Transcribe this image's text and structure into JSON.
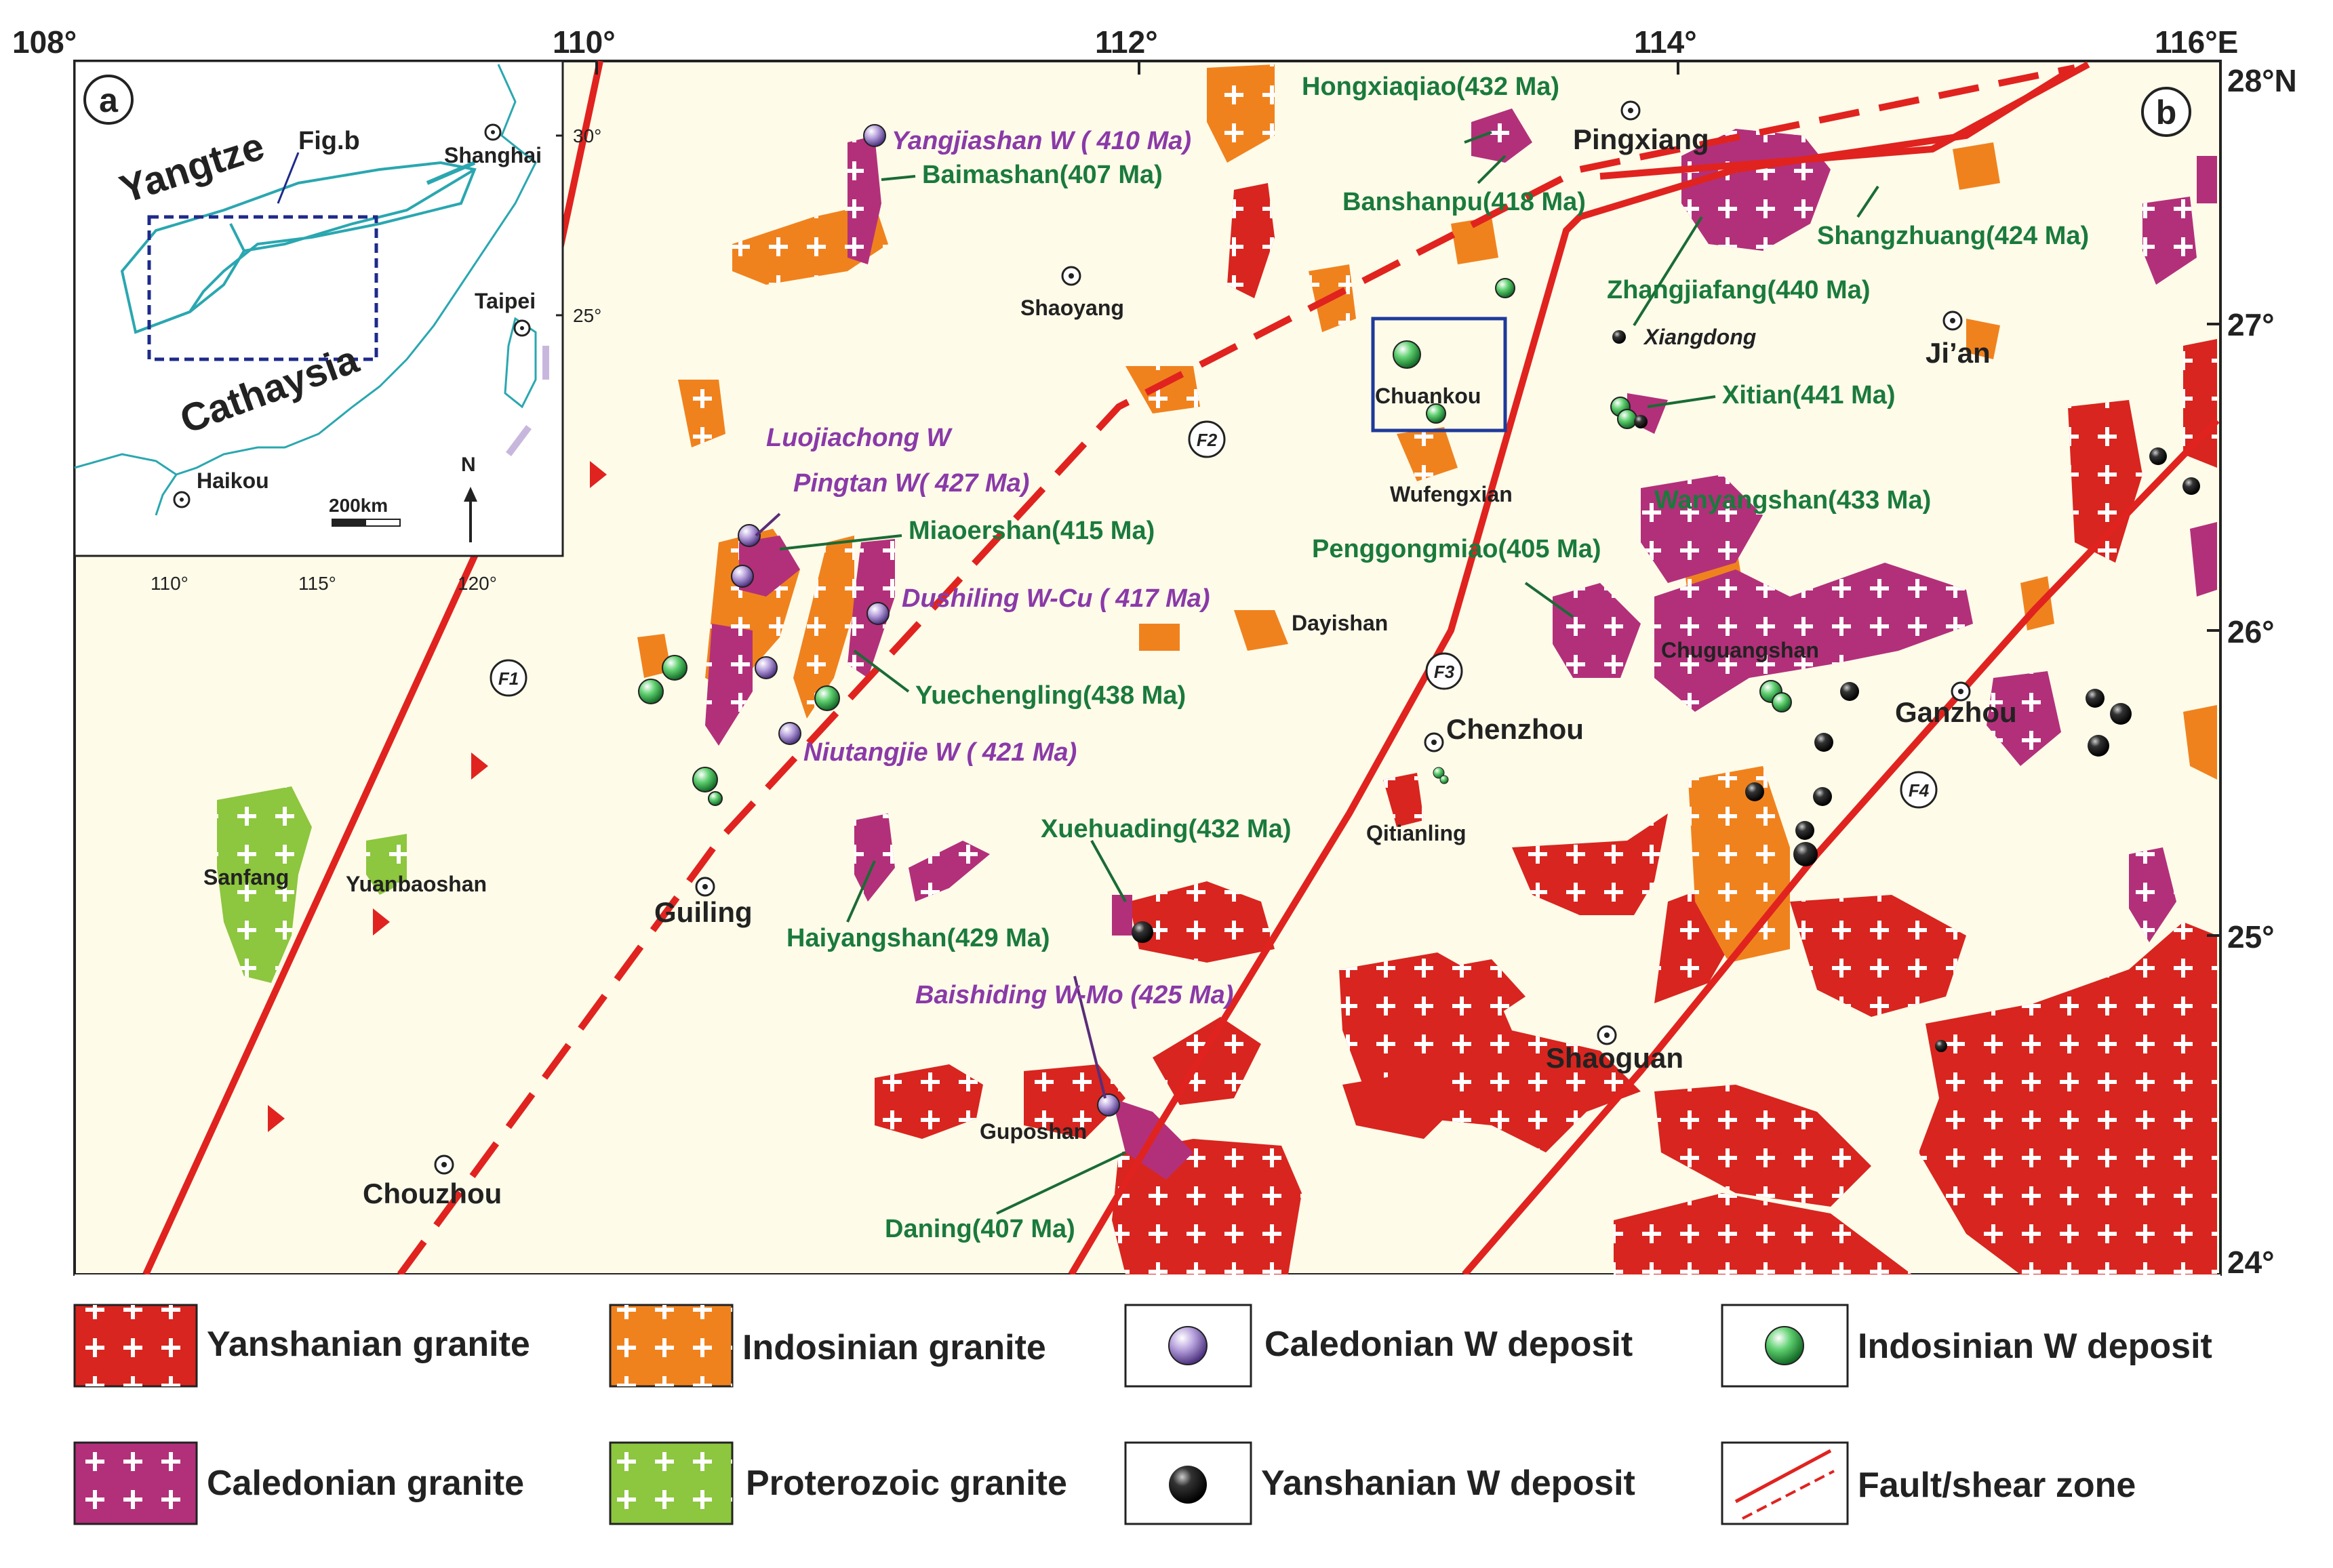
{
  "panel_a": {
    "letter": "a",
    "region_north": "Yangtze",
    "region_south": "Cathaysia",
    "box_label": "Fig.b",
    "cities": [
      "Shanghai",
      "Taipei",
      "Haikou"
    ],
    "lat_ticks": [
      "30°",
      "25°"
    ],
    "lon_ticks": [
      "110°",
      "115°",
      "120°"
    ],
    "scale_label": "200km",
    "north_label": "N"
  },
  "panel_b": {
    "letter": "b",
    "lon_ticks": [
      "108°",
      "110°",
      "112°",
      "114°",
      "116°E"
    ],
    "lat_ticks": [
      "28°N",
      "27°",
      "26°",
      "25°",
      "24°"
    ],
    "faults": [
      "F1",
      "F2",
      "F3",
      "F4"
    ],
    "cities": [
      "Pingxiang",
      "Shaoyang",
      "Ji’an",
      "Chenzhou",
      "Ganzhou",
      "Guiling",
      "Shaoguan",
      "Chouzhou"
    ],
    "plutons": [
      "Shaoyang",
      "Wufengxian",
      "Dayishan",
      "Chuguangshan",
      "Qitianling",
      "Sanfang",
      "Yuanbaoshan",
      "Guposhan",
      "Xiangdong",
      "Chuankou"
    ],
    "labels_green": [
      "Hongxiaqiao(432 Ma)",
      "Banshanpu(418 Ma)",
      "Shangzhuang(424 Ma)",
      "Zhangjiafang(440 Ma)",
      "Xitian(441 Ma)",
      "Wanyangshan(433 Ma)",
      "Penggongmiao(405 Ma)",
      "Baimashan(407 Ma)",
      "Miaoershan(415 Ma)",
      "Yuechengling(438 Ma)",
      "Xuehuading(432 Ma)",
      "Haiyangshan(429 Ma)",
      "Daning(407 Ma)"
    ],
    "labels_purple": [
      "Yangjiashan W ( 410 Ma)",
      "Luojiachong W",
      "Pingtan W( 427 Ma)",
      "Dushiling W-Cu ( 417 Ma)",
      "Niutangjie W ( 421 Ma)",
      "Baishiding W-Mo (425 Ma)"
    ]
  },
  "legend": [
    {
      "label": "Yanshanian granite",
      "color": "#d8251f",
      "kind": "granite"
    },
    {
      "label": "Indosinian granite",
      "color": "#f0821e",
      "kind": "granite"
    },
    {
      "label": "Caledonian W deposit",
      "color": "#9b7fc8",
      "kind": "deposit"
    },
    {
      "label": "Indosinian W deposit",
      "color": "#35b24a",
      "kind": "deposit"
    },
    {
      "label": "Caledonian granite",
      "color": "#b2307a",
      "kind": "granite"
    },
    {
      "label": "Proterozoic granite",
      "color": "#8dc63f",
      "kind": "granite"
    },
    {
      "label": "Yanshanian W deposit",
      "color": "#111111",
      "kind": "deposit"
    },
    {
      "label": "Fault/shear zone",
      "color": "#e0231f",
      "kind": "fault"
    }
  ]
}
